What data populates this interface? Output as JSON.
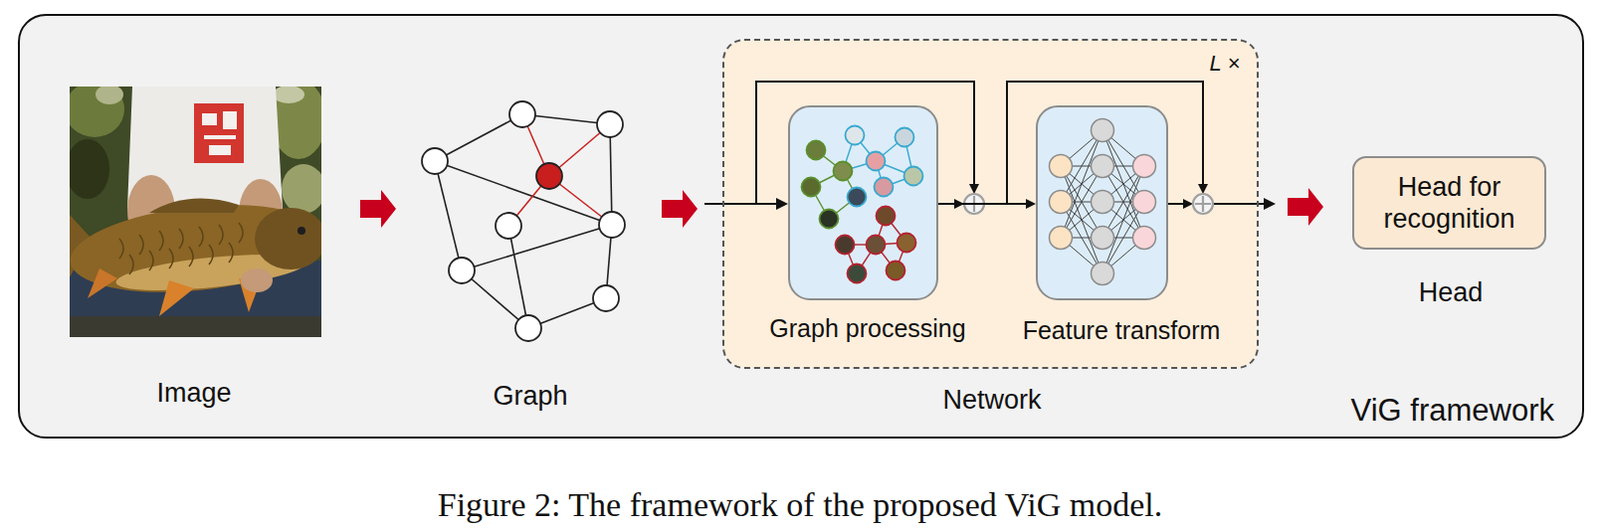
{
  "diagram": {
    "caption": "Figure 2: The framework of the proposed ViG model.",
    "nodes": [
      {
        "text": [
          "ViG framework"
        ]
      },
      {
        "text": [
          "Image"
        ],
        "in": 0
      },
      {
        "text": [
          "Graph"
        ],
        "in": 0
      },
      {
        "text": [
          "L ×",
          "Network"
        ],
        "in": 0
      },
      {
        "text": [
          "Graph processing"
        ],
        "in": 3
      },
      {
        "text": [
          "Feature transform"
        ],
        "in": 3
      },
      {
        "text": [
          "Head for recognition",
          "Head"
        ],
        "in": 0
      }
    ],
    "edges": [
      {
        "from": 1,
        "to": 2,
        "arrow": "to"
      },
      {
        "from": 2,
        "to": 3,
        "arrow": "to"
      },
      {
        "from": 4,
        "to": 5,
        "arrow": "to"
      },
      {
        "from": 3,
        "to": 6,
        "arrow": "to"
      }
    ]
  }
}
